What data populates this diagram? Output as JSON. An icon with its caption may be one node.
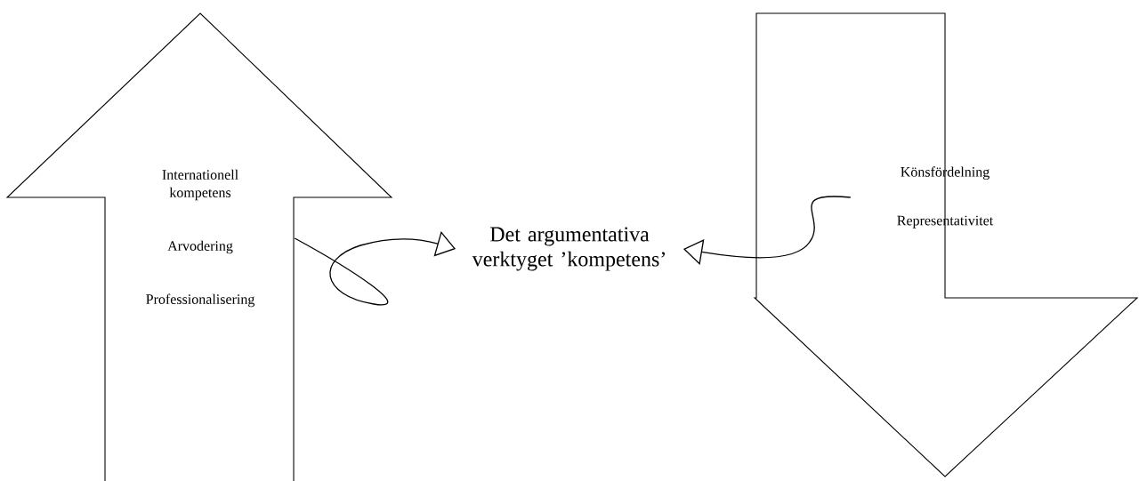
{
  "diagram": {
    "nodes": [
      {
        "text": [
          "Internationell kompetens",
          "Arvodering",
          "Professionalisering"
        ]
      },
      {
        "text": [
          "Det argumentativa verktyget ’kompetens’"
        ]
      },
      {
        "text": [
          "Könsfördelning",
          "Representativitet"
        ]
      }
    ],
    "edges": [
      {
        "from": 0,
        "to": 1,
        "arrow": "to"
      },
      {
        "from": 2,
        "to": 1,
        "arrow": "to"
      }
    ]
  }
}
